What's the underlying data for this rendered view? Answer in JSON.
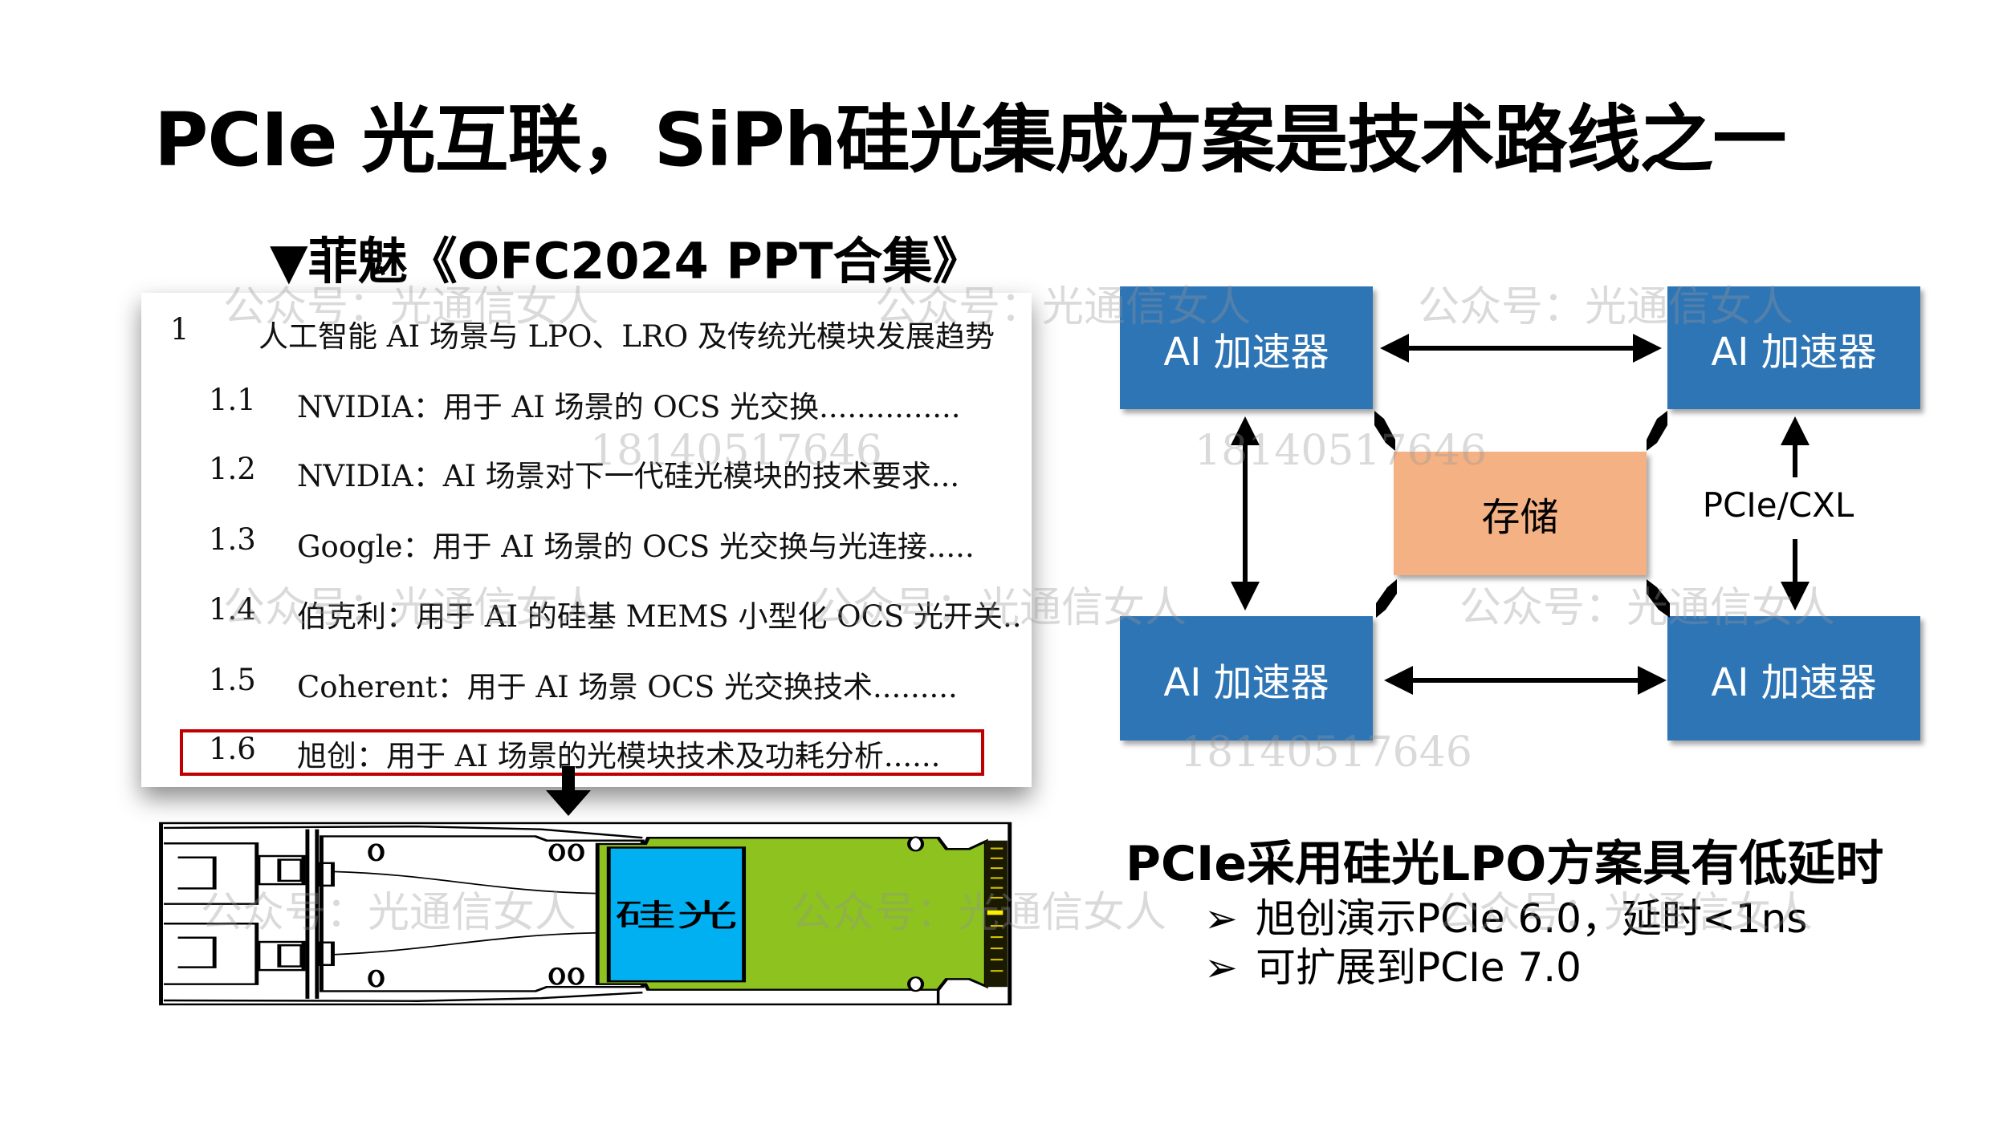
{
  "title": "PCIe 光互联，SiPh硅光集成方案是技术路线之一",
  "subtitle": "▼菲魅《OFC2024 PPT合集》",
  "toc": [
    {
      "num": "1",
      "text": "人工智能 AI 场景与 LPO、LRO 及传统光模块发展趋势"
    },
    {
      "num": "1.1",
      "text": "NVIDIA：用于 AI 场景的 OCS 光交换..............."
    },
    {
      "num": "1.2",
      "text": "NVIDIA：AI 场景对下一代硅光模块的技术要求..."
    },
    {
      "num": "1.3",
      "text": "Google：用于 AI 场景的 OCS 光交换与光连接....."
    },
    {
      "num": "1.4",
      "text": "伯克利：用于 AI 的硅基 MEMS 小型化 OCS 光开关.."
    },
    {
      "num": "1.5",
      "text": "Coherent：用于 AI 场景 OCS 光交换技术........."
    },
    {
      "num": "1.6",
      "text": "旭创：用于 AI 场景的光模块技术及功耗分析......"
    }
  ],
  "module": {
    "chip_label": "硅光"
  },
  "diagram": {
    "accelerator_label": "AI 加速器",
    "storage_label": "存储",
    "link_label": "PCIe/CXL"
  },
  "right": {
    "heading": "PCIe采用硅光LPO方案具有低延时",
    "bullet_icon": "➢",
    "bullets": [
      "旭创演示PCIe 6.0，延时<1ns",
      "可扩展到PCIe 7.0"
    ]
  },
  "watermarks": {
    "account": "公众号：光通信女人",
    "phone": "18140517646"
  },
  "colors": {
    "accelerator": "#2e75b6",
    "storage": "#f4b183",
    "chip": "#00b0f0",
    "board": "#8dc21f",
    "highlight": "#c00000"
  }
}
